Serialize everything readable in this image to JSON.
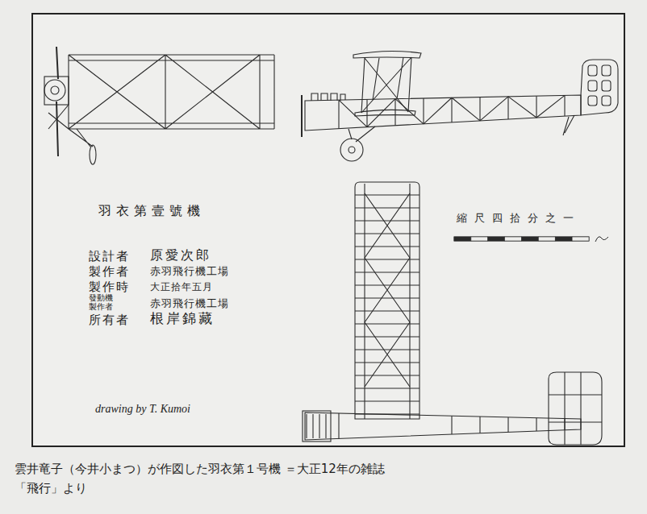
{
  "diagram": {
    "title": "羽衣第壹號機",
    "caption": "雲井竜子（今井小まつ）が作図した羽衣第１号機 ＝大正12年の雑誌「飛行」より",
    "labels": [
      "設計者",
      "原愛次郎",
      "製作者",
      "赤羽飛行機工場",
      "製作時",
      "大正拾年五月",
      "發動機 製作者",
      "赤羽飛行機工場",
      "所有者",
      "根岸錦藏",
      "縮尺四拾分之一",
      "drawing by T. Kumoi"
    ]
  }
}
